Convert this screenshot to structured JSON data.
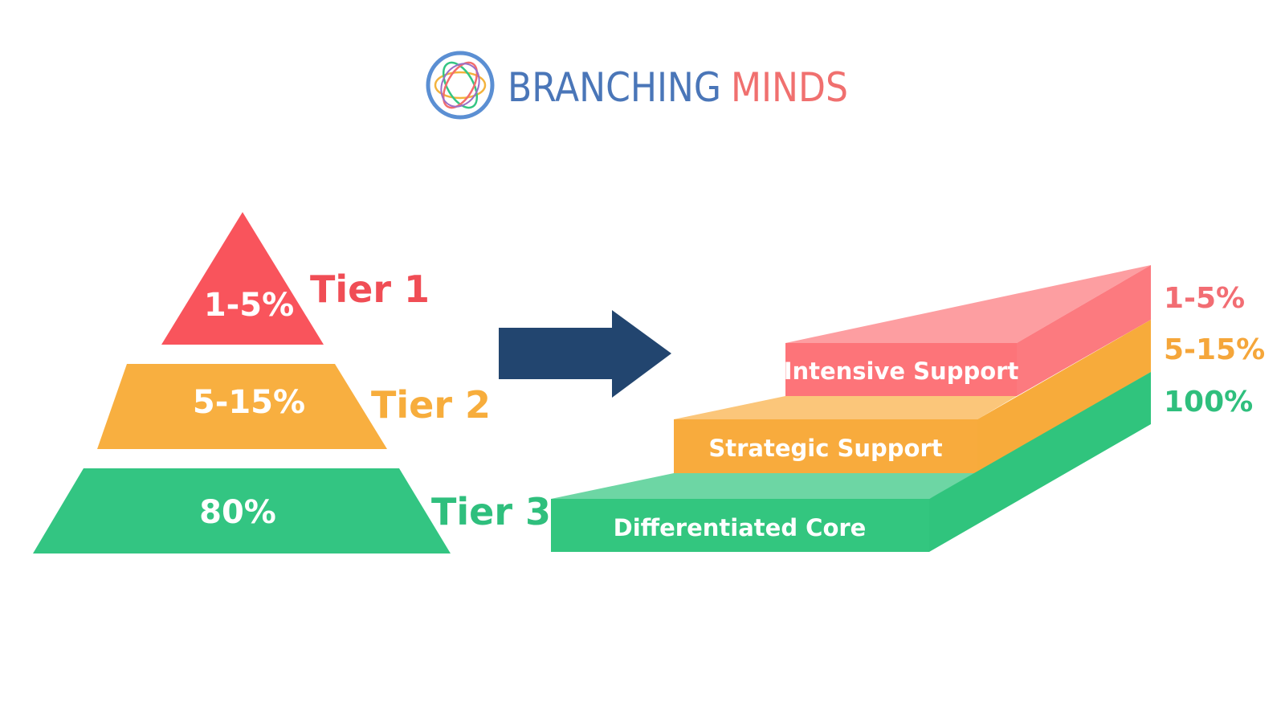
{
  "logo": {
    "word1": "BRANCHING",
    "word2": "MINDS",
    "word1_color": "#4a76b8",
    "word2_color": "#f0706f",
    "emblem_colors": [
      "#5b8fd3",
      "#f3b33d",
      "#34c583",
      "#f26d6d",
      "#9b6fc7"
    ]
  },
  "pyramid": {
    "tiers": [
      {
        "pct": "1-5%",
        "label": "Tier 1",
        "fill": "#f9545c",
        "label_color": "#f04d55"
      },
      {
        "pct": "5-15%",
        "label": "Tier 2",
        "fill": "#f8af40",
        "label_color": "#f7ad3c"
      },
      {
        "pct": "80%",
        "label": "Tier 3",
        "fill": "#33c582",
        "label_color": "#2fbf7d"
      }
    ]
  },
  "arrow": {
    "color": "#22456f"
  },
  "steps": {
    "levels": [
      {
        "name": "Intensive Support",
        "pct": "1-5%",
        "front": "#fd7479",
        "top": "#fd9ea1",
        "side": "#fc7a7f",
        "pct_color": "#f26d73"
      },
      {
        "name": "Strategic Support",
        "pct": "5-15%",
        "front": "#f8ab3d",
        "top": "#fbc67a",
        "side": "#f7ab3b",
        "pct_color": "#f5a63a"
      },
      {
        "name": "Differentiated Core",
        "pct": "100%",
        "front": "#33c67f",
        "top": "#6dd6a4",
        "side": "#30c47d",
        "pct_color": "#2fbf7d"
      }
    ]
  }
}
